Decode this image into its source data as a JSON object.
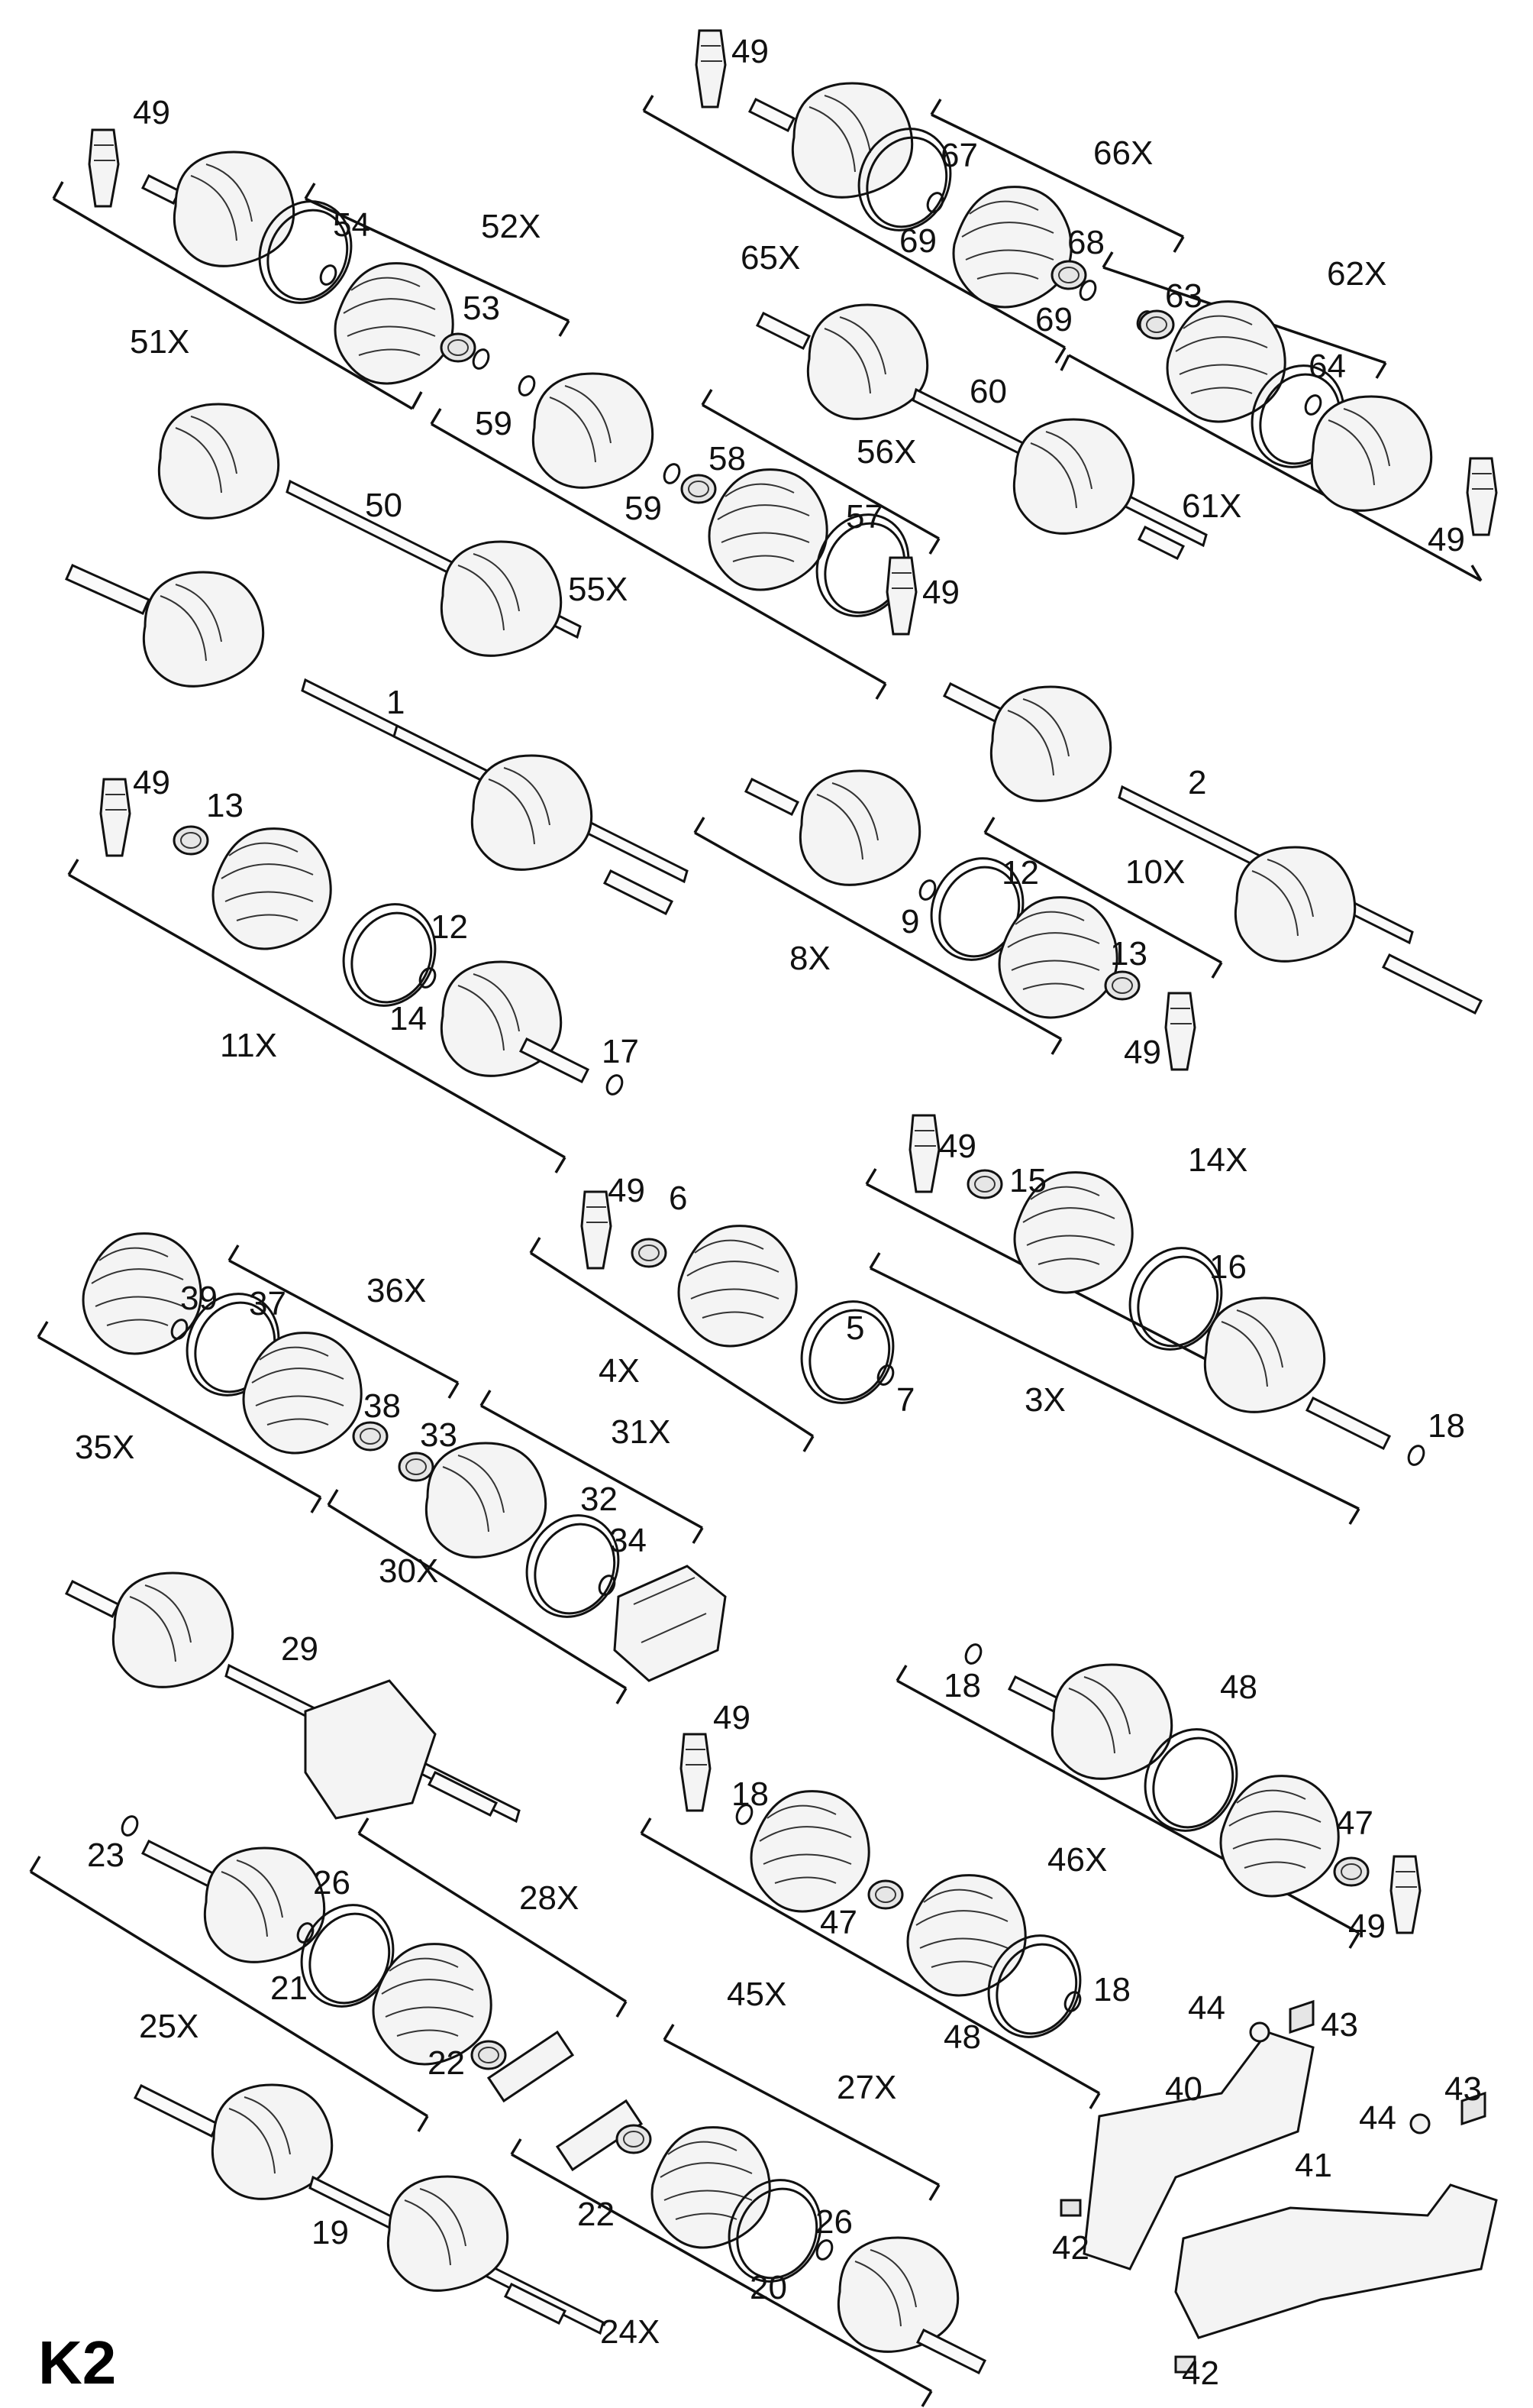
{
  "sheet_label": "K2",
  "callouts": [
    "49",
    "66X",
    "67",
    "69",
    "65X",
    "68",
    "69",
    "62X",
    "63",
    "64",
    "61X",
    "49",
    "60",
    "56X",
    "58",
    "59",
    "59",
    "57",
    "49",
    "55X",
    "52X",
    "54",
    "53",
    "51X",
    "50",
    "49",
    "1",
    "2",
    "49",
    "13",
    "12",
    "14",
    "11X",
    "17",
    "10X",
    "12",
    "9",
    "8X",
    "13",
    "49",
    "49",
    "6",
    "5",
    "7",
    "4X",
    "49",
    "15",
    "14X",
    "16",
    "3X",
    "18",
    "36X",
    "39",
    "37",
    "38",
    "35X",
    "33",
    "31X",
    "32",
    "34",
    "30X",
    "29",
    "18",
    "48",
    "46X",
    "47",
    "49",
    "49",
    "18",
    "47",
    "45X",
    "48",
    "18",
    "23",
    "26",
    "28X",
    "21",
    "22",
    "25X",
    "19",
    "44",
    "43",
    "40",
    "43",
    "44",
    "41",
    "42",
    "42",
    "27X",
    "22",
    "26",
    "20",
    "24X"
  ],
  "colors": {
    "ink": "#111111",
    "paper": "#ffffff",
    "fill": "#f4f4f4"
  }
}
